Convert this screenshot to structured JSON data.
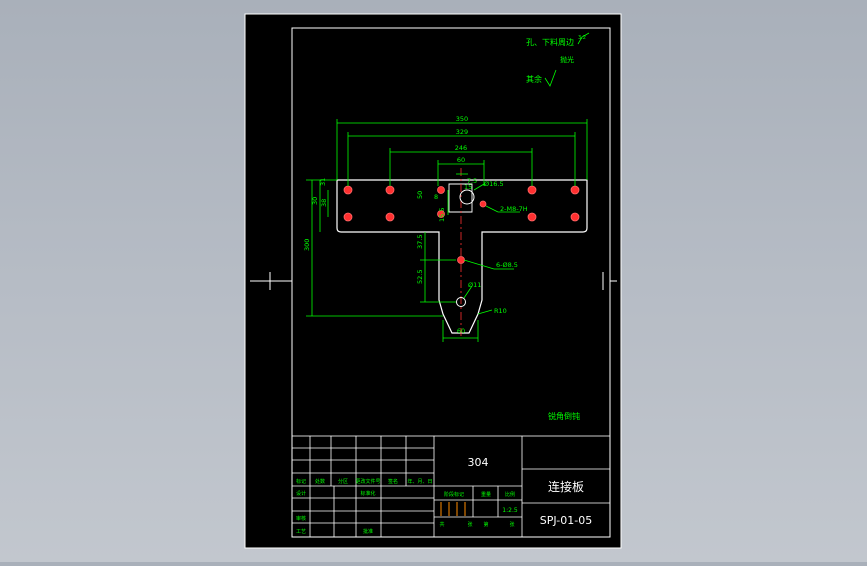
{
  "colors": {
    "viewport": "#b6bcc5",
    "paper": "#000000",
    "frame": "#ffffff",
    "geometry": "#ffffff",
    "dimension": "#00ff00",
    "center": "#ff3030",
    "hole": "#ff3030",
    "accent": "#ff8c00"
  },
  "notes": {
    "surface_hole": "孔、下料周边",
    "surface_hole_mark": "3.2",
    "polish": "抛光",
    "remaining": "其余",
    "sharp_edges": "锐角倒钝"
  },
  "dims": {
    "overall_width": "350",
    "hole_span": "329",
    "inner_span": "246",
    "center_span": "60",
    "c_gap": "7.5",
    "top_small": "31",
    "top_left_a": "30",
    "top_left_b": "38",
    "dia_hole": "Ø16.5",
    "thread": "2-M8-7H",
    "dim_15": "15",
    "dim_15_5": "15.5",
    "dim_50": "50",
    "dim_8": "8",
    "overall_height": "300",
    "dim_37_5": "37.5",
    "dim_52_5": "52.5",
    "pin_holes": "6-Ø8.5",
    "dia_11": "Ø11",
    "r10": "R10",
    "bottom_width": "60"
  },
  "title_block": {
    "material": "304",
    "part_name": "连接板",
    "drawing_no": "SPJ-01-05",
    "scale": "1:2.5",
    "labels": {
      "mark": "标记",
      "count": "处数",
      "zone": "分区",
      "change_doc": "更改文件号",
      "signature": "签名",
      "date": "年、月、日",
      "design": "设计",
      "standardize": "标准化",
      "check": "审核",
      "process": "工艺",
      "approve": "批准",
      "stage_mark": "阶段标记",
      "weight": "重量",
      "scale_label": "比例",
      "total": "共",
      "sheet": "张",
      "page": "第"
    }
  }
}
